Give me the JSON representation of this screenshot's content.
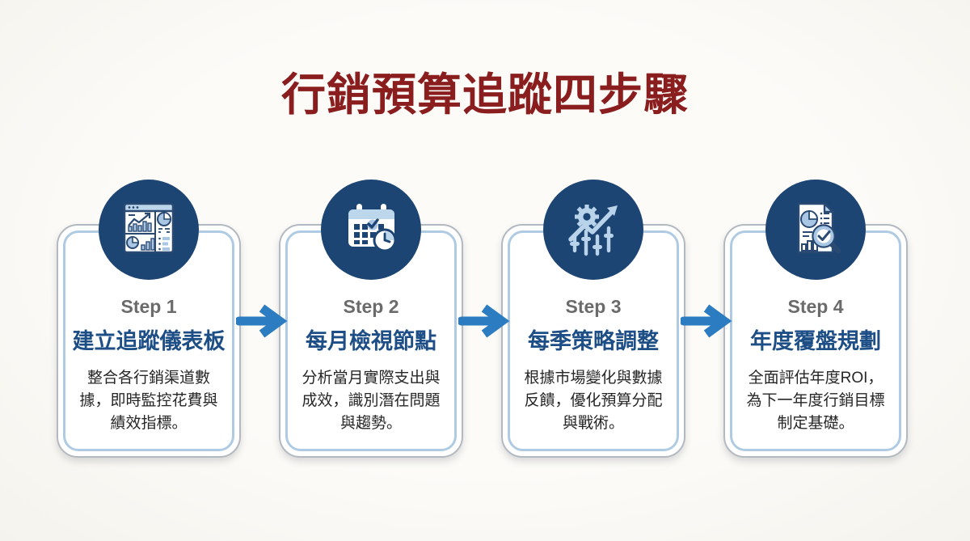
{
  "title": {
    "text": "行銷預算追蹤四步驟"
  },
  "accent_colors": {
    "title_red": "#8a1d1d",
    "step_title_blue": "#1d4e86",
    "step_label_gray": "#6b6b6b",
    "icon_circle_navy": "#1d4573",
    "arrow_blue": "#2b7cc0",
    "card_inner_border": "#aecbe3",
    "card_outer_border": "#b3b9c0"
  },
  "steps": [
    {
      "step_label": "Step 1",
      "title": "建立追蹤儀表板",
      "description": "整合各行銷渠道數據，即時監控花費與績效指標。",
      "icon": "dashboard-charts-icon"
    },
    {
      "step_label": "Step 2",
      "title": "每月檢視節點",
      "description": "分析當月實際支出與成效，識別潛在問題與趨勢。",
      "icon": "calendar-clock-icon"
    },
    {
      "step_label": "Step 3",
      "title": "每季策略調整",
      "description": "根據市場變化與數據反饋，優化預算分配與戰術。",
      "icon": "gear-trend-sliders-icon"
    },
    {
      "step_label": "Step 4",
      "title": "年度覆盤規劃",
      "description": "全面評估年度ROI，為下一年度行銷目標制定基礎。",
      "icon": "report-magnifier-icon"
    }
  ],
  "arrows": {
    "direction": "right",
    "count": 3
  }
}
